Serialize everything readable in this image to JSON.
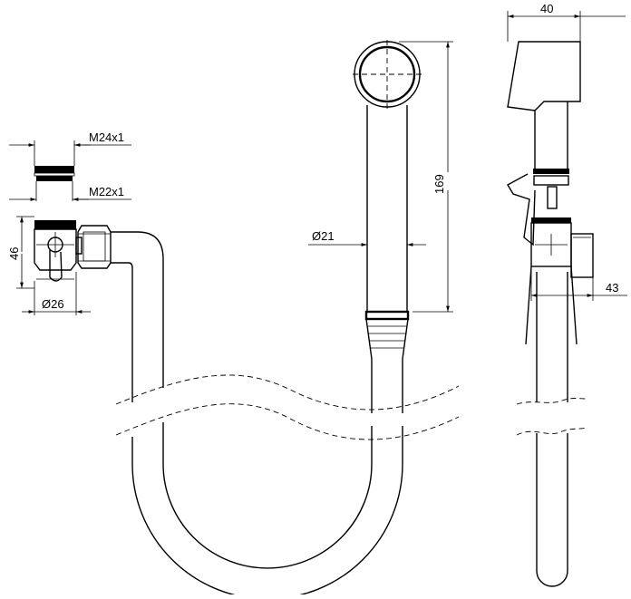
{
  "dimensions": {
    "thread_upper": "M24x1",
    "thread_lower": "M22x1",
    "valve_height": "46",
    "valve_diameter": "Ø26",
    "handle_diameter": "Ø21",
    "handle_length": "169",
    "head_width": "40",
    "side_depth": "43"
  }
}
